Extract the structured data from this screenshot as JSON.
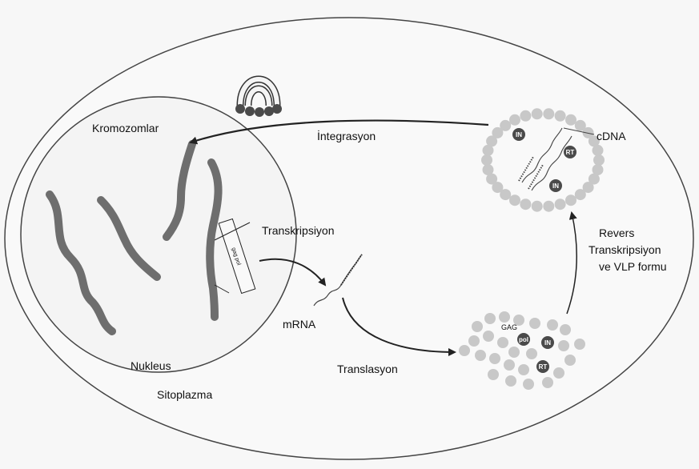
{
  "labels": {
    "kromozomlar": "Kromozomlar",
    "integrasyon": "İntegrasyon",
    "cdna": "cDNA",
    "transkripsiyon": "Transkripsiyon",
    "revers_line1": "Revers",
    "revers_line2": "Transkripsiyon",
    "revers_line3": "ve VLP formu",
    "mrna": "mRNA",
    "nukleus": "Nukleus",
    "translasyon": "Translasyon",
    "sitoplazma": "Sitoplazma",
    "gag": "GAG",
    "in": "IN",
    "rt": "RT",
    "pol": "pol",
    "gag_gene": "gag",
    "integrated_gene": "gag pol"
  },
  "colors": {
    "chromosome": "#6e6e6e",
    "particle": "#c8c8c8",
    "protein": "#4a4a4a",
    "arrow": "#222222"
  }
}
